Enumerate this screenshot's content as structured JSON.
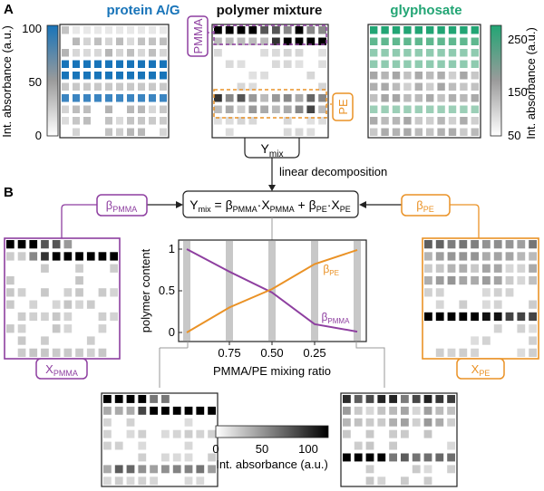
{
  "panel_a": {
    "label": "A",
    "protein_title": "protein A/G",
    "polymer_title": "polymer mixture",
    "glyphosate_title": "glyphosate",
    "pmma_tag": "PMMA",
    "pe_tag": "PE",
    "ymix_base": "Y",
    "ymix_sub": "mix",
    "left_axis_label": "Int. absorbance (a.u.)",
    "left_ticks": [
      "100",
      "50",
      "0"
    ],
    "right_axis_label": "Int. absorbance (a.u.)",
    "right_ticks": [
      "250",
      "150",
      "50"
    ],
    "decomposition_label": "linear decomposition"
  },
  "panel_b": {
    "label": "B",
    "equation": {
      "y": "Y",
      "y_sub": "mix",
      "eq": " = ",
      "b1": "β",
      "b1_sub": "PMMA",
      "dot1": "·X",
      "x1_sub": "PMMA",
      "plus": " + ",
      "b2": "β",
      "b2_sub": "PE",
      "dot2": "·X",
      "x2_sub": "PE"
    },
    "beta_pmma_box": {
      "base": "β",
      "sub": "PMMA"
    },
    "beta_pe_box": {
      "base": "β",
      "sub": "PE"
    },
    "x_pmma_box": {
      "base": "X",
      "sub": "PMMA"
    },
    "x_pe_box": {
      "base": "X",
      "sub": "PE"
    },
    "colorbar_ticks": [
      "0",
      "50",
      "100"
    ],
    "colorbar_label": "Int. absorbance (a.u.)"
  },
  "colors": {
    "pmma": "#8e3fa0",
    "pe": "#ea9226",
    "protein": "#1874b9",
    "glyphosate": "#22a574"
  },
  "chart_data": {
    "type": "line",
    "xlabel": "PMMA/PE mixing ratio",
    "ylabel": "polymer content",
    "x_tick_labels": [
      "0.75",
      "0.50",
      "0.25"
    ],
    "y_tick_labels": [
      "1",
      "0.5",
      "0"
    ],
    "xlim": [
      1.0,
      0.0
    ],
    "ylim": [
      0,
      1
    ],
    "reversed_x": true,
    "x": [
      1.0,
      0.75,
      0.5,
      0.25,
      0.0
    ],
    "series": [
      {
        "name": "β",
        "name_sub": "PMMA",
        "color": "#8e3fa0",
        "values": [
          1.0,
          0.73,
          0.48,
          0.1,
          0.01
        ]
      },
      {
        "name": "β",
        "name_sub": "PE",
        "color": "#ea9226",
        "values": [
          0.0,
          0.3,
          0.52,
          0.82,
          0.99
        ]
      }
    ]
  }
}
